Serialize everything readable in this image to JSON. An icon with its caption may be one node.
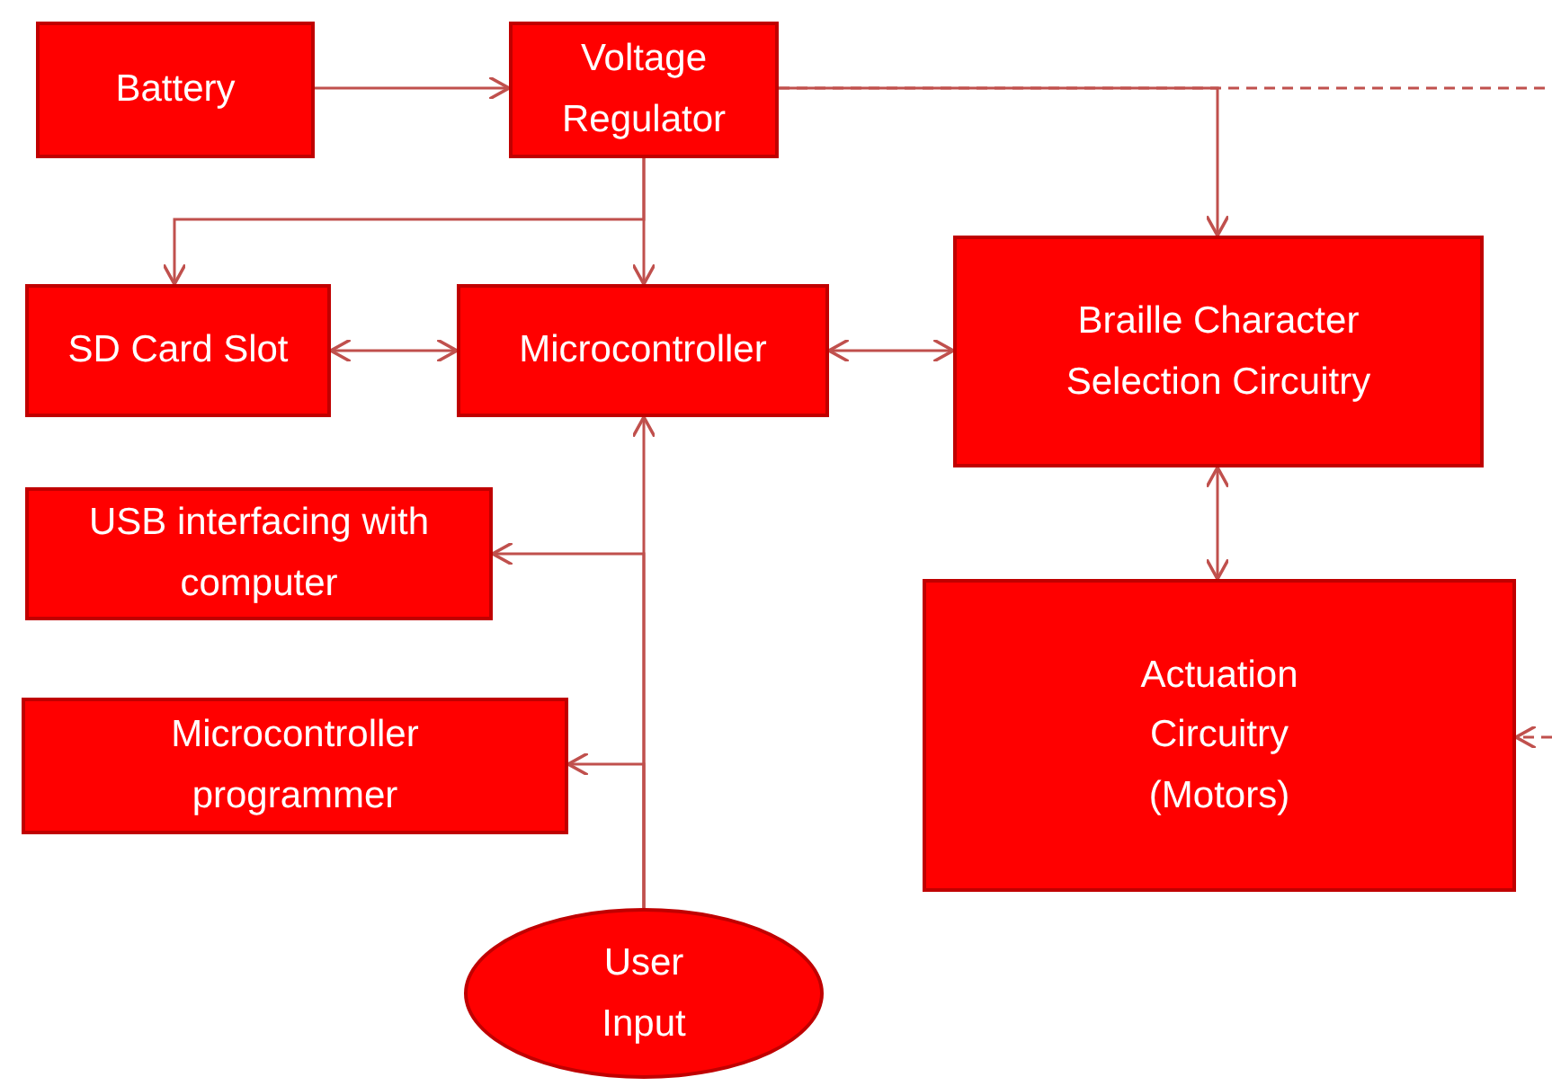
{
  "diagram": {
    "nodes": [
      {
        "text": [
          "Battery"
        ]
      },
      {
        "text": [
          "Voltage Regulator"
        ]
      },
      {
        "text": [
          "SD Card Slot"
        ]
      },
      {
        "text": [
          "Microcontroller"
        ]
      },
      {
        "text": [
          "Braille Character Selection Circuitry"
        ]
      },
      {
        "text": [
          "USB interfacing with computer"
        ]
      },
      {
        "text": [
          "Microcontroller programmer"
        ]
      },
      {
        "text": [
          "Actuation Circuitry (Motors)"
        ]
      },
      {
        "text": [
          "User Input"
        ]
      }
    ],
    "edges": [
      {
        "from": 0,
        "to": 1,
        "arrow": "to"
      },
      {
        "from": 1,
        "to": 2,
        "arrow": "to"
      },
      {
        "from": 1,
        "to": 3,
        "arrow": "to"
      },
      {
        "from": 1,
        "to": 4,
        "arrow": "to"
      },
      {
        "from": 1,
        "to": null,
        "arrow": "none",
        "style": "dashed"
      },
      {
        "from": null,
        "to": 7,
        "arrow": "to",
        "style": "dashed"
      },
      {
        "from": 2,
        "to": 3,
        "arrow": "both"
      },
      {
        "from": 3,
        "to": 4,
        "arrow": "both"
      },
      {
        "from": 4,
        "to": 7,
        "arrow": "both"
      },
      {
        "from": 8,
        "to": 3,
        "arrow": "to"
      },
      {
        "from": 8,
        "to": 5,
        "arrow": "to"
      },
      {
        "from": 8,
        "to": 6,
        "arrow": "to"
      }
    ]
  }
}
